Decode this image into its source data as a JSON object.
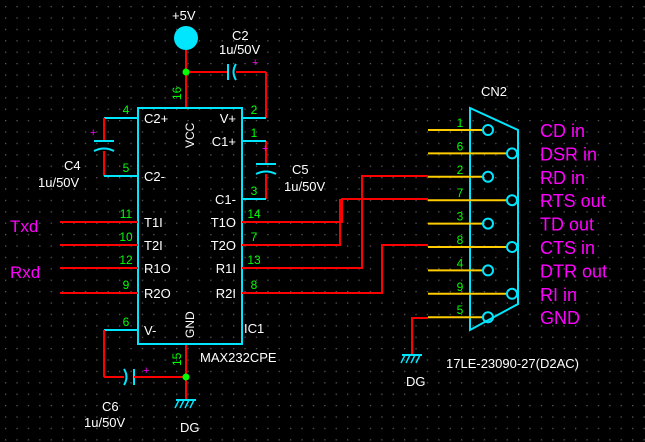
{
  "colors": {
    "background": "#000000",
    "wire": "#ff0000",
    "wire_highlight": "#ffcc00",
    "component": "#00e6ff",
    "pin_number": "#00ff00",
    "text": "#ffffff",
    "signal_label": "#ff00ff",
    "grid": "#5a5a5a"
  },
  "power": {
    "vcc_label": "+5V",
    "ground_labels": [
      "DG",
      "DG"
    ]
  },
  "capacitors": {
    "c2": {
      "ref": "C2",
      "value": "1u/50V",
      "polarity": "+"
    },
    "c4": {
      "ref": "C4",
      "value": "1u/50V",
      "polarity": "+"
    },
    "c5": {
      "ref": "C5",
      "value": "1u/50V",
      "polarity": "+"
    },
    "c6": {
      "ref": "C6",
      "value": "1u/50V",
      "polarity": "+"
    }
  },
  "ic": {
    "ref": "IC1",
    "part": "MAX232CPE",
    "top_pin": {
      "number": "16",
      "name": "VCC"
    },
    "bottom_pin": {
      "number": "15",
      "name": "GND"
    },
    "left_pins": [
      {
        "number": "4",
        "name": "C2+"
      },
      {
        "number": "5",
        "name": "C2-"
      },
      {
        "number": "11",
        "name": "T1I"
      },
      {
        "number": "10",
        "name": "T2I"
      },
      {
        "number": "12",
        "name": "R1O"
      },
      {
        "number": "9",
        "name": "R2O"
      },
      {
        "number": "6",
        "name": "V-"
      }
    ],
    "right_pins": [
      {
        "number": "2",
        "name": "V+"
      },
      {
        "number": "1",
        "name": "C1+"
      },
      {
        "number": "3",
        "name": "C1-"
      },
      {
        "number": "14",
        "name": "T1O"
      },
      {
        "number": "7",
        "name": "T2O"
      },
      {
        "number": "13",
        "name": "R1I"
      },
      {
        "number": "8",
        "name": "R2I"
      }
    ]
  },
  "ports": {
    "txd": "Txd",
    "rxd": "Rxd"
  },
  "connector": {
    "ref": "CN2",
    "part": "17LE-23090-27(D2AC)",
    "pins": [
      {
        "number": "1",
        "signal": "CD in"
      },
      {
        "number": "6",
        "signal": "DSR in"
      },
      {
        "number": "2",
        "signal": "RD in"
      },
      {
        "number": "7",
        "signal": "RTS out"
      },
      {
        "number": "3",
        "signal": "TD out"
      },
      {
        "number": "8",
        "signal": "CTS in"
      },
      {
        "number": "4",
        "signal": "DTR out"
      },
      {
        "number": "9",
        "signal": "RI in"
      },
      {
        "number": "5",
        "signal": "GND"
      }
    ]
  }
}
